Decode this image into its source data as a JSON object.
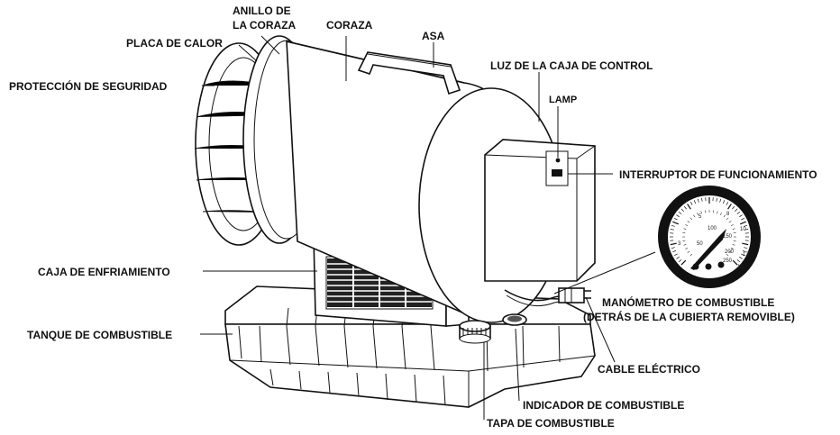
{
  "labels": {
    "anillo_line1": "ANILLO DE",
    "anillo_line2": "LA CORAZA",
    "placa_calor": "PLACA DE CALOR",
    "coraza": "CORAZA",
    "asa": "ASA",
    "proteccion": "PROTECCIÓN DE SEGURIDAD",
    "luz_caja": "LUZ DE LA CAJA DE CONTROL",
    "lamp": "LAMP",
    "interruptor": "INTERRUPTOR DE FUNCIONAMIENTO",
    "caja_enfriamiento": "CAJA DE ENFRIAMIENTO",
    "manometro_line1": "MANÓMETRO DE COMBUSTIBLE",
    "manometro_line2": "(DETRÁS DE LA CUBIERTA REMOVIBLE)",
    "tanque": "TANQUE DE COMBUSTIBLE",
    "cable": "CABLE ELÉCTRICO",
    "indicador": "INDICADOR DE COMBUSTIBLE",
    "tapa": "TAPA DE COMBUSTIBLE"
  },
  "gauge": {
    "inner_scale": [
      "50",
      "100",
      "150",
      "200",
      "250"
    ],
    "outer_scale": [
      "3",
      "5",
      "8",
      "10",
      "13",
      "15"
    ]
  }
}
